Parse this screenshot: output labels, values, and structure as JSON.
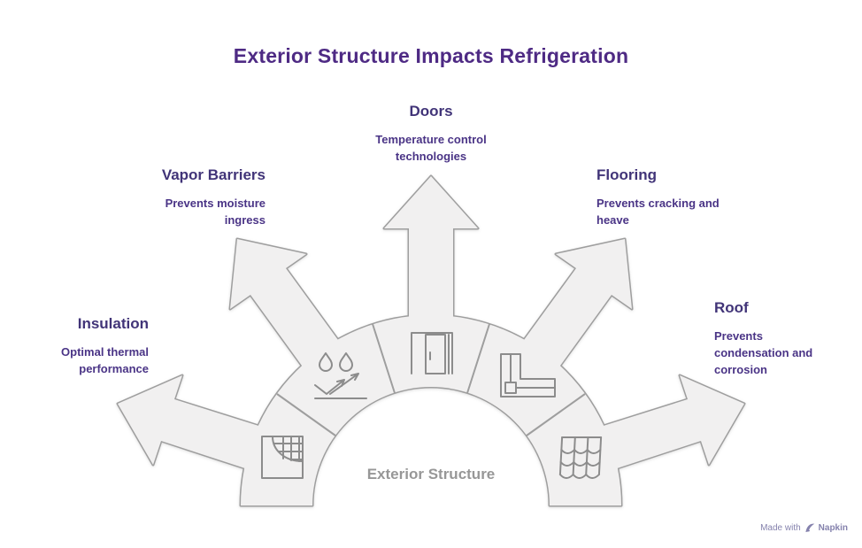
{
  "header": {
    "title": "Exterior Structure Impacts Refrigeration"
  },
  "diagram": {
    "type": "radial-fan-arrows",
    "center_label": "Exterior Structure",
    "nodes": [
      {
        "label": "Insulation",
        "description": "Optimal thermal performance",
        "icon": "insulated-wall-icon",
        "direction": "left"
      },
      {
        "label": "Vapor Barriers",
        "description": "Prevents moisture ingress",
        "icon": "moisture-bounce-icon",
        "direction": "upper-left"
      },
      {
        "label": "Doors",
        "description": "Temperature control technologies",
        "icon": "sliding-door-icon",
        "direction": "up"
      },
      {
        "label": "Flooring",
        "description": "Prevents cracking and heave",
        "icon": "floor-profile-icon",
        "direction": "upper-right"
      },
      {
        "label": "Roof",
        "description": "Prevents condensation and corrosion",
        "icon": "roof-tiles-icon",
        "direction": "right"
      }
    ]
  },
  "watermark": {
    "prefix": "Made with",
    "brand": "Napkin",
    "logo_icon": "napkin-logo-icon"
  },
  "colors": {
    "title_color": "#4e2a84",
    "label_color": "#413478",
    "desc_color": "#4a3486",
    "center_label_color": "#979797",
    "shape_fill": "#f1f0f0",
    "shape_stroke": "#9e9e9e",
    "icon_stroke": "#8c8c8c",
    "watermark_color": "#8582ad"
  }
}
